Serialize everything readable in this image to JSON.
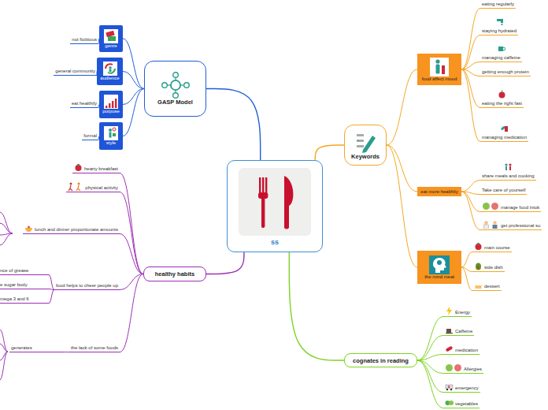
{
  "diagram": {
    "nodes": [
      {
        "text": [
          "ss"
        ]
      },
      {
        "text": [
          "GASP Model"
        ]
      },
      {
        "text": [
          "genre"
        ]
      },
      {
        "text": [
          "not fictitious"
        ]
      },
      {
        "text": [
          "audience"
        ]
      },
      {
        "text": [
          "general community"
        ]
      },
      {
        "text": [
          "purpose"
        ]
      },
      {
        "text": [
          "eat healthily"
        ]
      },
      {
        "text": [
          "style"
        ]
      },
      {
        "text": [
          "formal"
        ]
      },
      {
        "text": [
          "Keywords"
        ]
      },
      {
        "text": [
          "food affect mood"
        ]
      },
      {
        "text": [
          "eating regularly"
        ]
      },
      {
        "text": [
          "staying hydrated"
        ]
      },
      {
        "text": [
          "managing caffeine"
        ]
      },
      {
        "text": [
          "getting enough protein"
        ]
      },
      {
        "text": [
          "eating the right fast"
        ]
      },
      {
        "text": [
          "managing medication"
        ]
      },
      {
        "text": [
          "eat more healthily"
        ]
      },
      {
        "text": [
          "share meals and cooking"
        ]
      },
      {
        "text": [
          "Take care of yourself"
        ]
      },
      {
        "text": [
          "manage food intok"
        ]
      },
      {
        "text": [
          "get professional su"
        ]
      },
      {
        "text": [
          "the mind meal"
        ]
      },
      {
        "text": [
          "main course"
        ]
      },
      {
        "text": [
          "side dish"
        ]
      },
      {
        "text": [
          "dessert"
        ]
      },
      {
        "text": [
          "cognates in reading"
        ]
      },
      {
        "text": [
          "Energy"
        ]
      },
      {
        "text": [
          "Caffeine"
        ]
      },
      {
        "text": [
          "medication"
        ]
      },
      {
        "text": [
          "Allergies"
        ]
      },
      {
        "text": [
          "emergency"
        ]
      },
      {
        "text": [
          "vegetables"
        ]
      },
      {
        "text": [
          "healthy habits"
        ]
      },
      {
        "text": [
          "hearty breakfast"
        ]
      },
      {
        "text": [
          "physical activity"
        ]
      },
      {
        "text": [
          "lunch and dinner proportionate amounts"
        ]
      },
      {
        "text": [
          "food helps to cheer people up"
        ]
      },
      {
        "text": [
          "nce of grease"
        ]
      },
      {
        "text": [
          "e sugar body"
        ]
      },
      {
        "text": [
          "mega 3 and 6"
        ]
      },
      {
        "text": [
          "the lack of some foods"
        ]
      },
      {
        "text": [
          "generates"
        ]
      }
    ],
    "edges": [
      {
        "from": 0,
        "to": 1,
        "arrow": "none"
      },
      {
        "from": 1,
        "to": 2,
        "arrow": "none"
      },
      {
        "from": 2,
        "to": 3,
        "arrow": "none"
      },
      {
        "from": 1,
        "to": 4,
        "arrow": "none"
      },
      {
        "from": 4,
        "to": 5,
        "arrow": "none"
      },
      {
        "from": 1,
        "to": 6,
        "arrow": "none"
      },
      {
        "from": 6,
        "to": 7,
        "arrow": "none"
      },
      {
        "from": 1,
        "to": 8,
        "arrow": "none"
      },
      {
        "from": 8,
        "to": 9,
        "arrow": "none"
      },
      {
        "from": 0,
        "to": 10,
        "arrow": "none"
      },
      {
        "from": 10,
        "to": 11,
        "arrow": "none"
      },
      {
        "from": 11,
        "to": 12,
        "arrow": "none"
      },
      {
        "from": 11,
        "to": 13,
        "arrow": "none"
      },
      {
        "from": 11,
        "to": 14,
        "arrow": "none"
      },
      {
        "from": 11,
        "to": 15,
        "arrow": "none"
      },
      {
        "from": 11,
        "to": 16,
        "arrow": "none"
      },
      {
        "from": 11,
        "to": 17,
        "arrow": "none"
      },
      {
        "from": 10,
        "to": 18,
        "arrow": "none"
      },
      {
        "from": 18,
        "to": 19,
        "arrow": "none"
      },
      {
        "from": 18,
        "to": 20,
        "arrow": "none"
      },
      {
        "from": 18,
        "to": 21,
        "arrow": "none"
      },
      {
        "from": 18,
        "to": 22,
        "arrow": "none"
      },
      {
        "from": 10,
        "to": 23,
        "arrow": "none"
      },
      {
        "from": 23,
        "to": 24,
        "arrow": "none"
      },
      {
        "from": 23,
        "to": 25,
        "arrow": "none"
      },
      {
        "from": 23,
        "to": 26,
        "arrow": "none"
      },
      {
        "from": 0,
        "to": 27,
        "arrow": "none"
      },
      {
        "from": 27,
        "to": 28,
        "arrow": "none"
      },
      {
        "from": 27,
        "to": 29,
        "arrow": "none"
      },
      {
        "from": 27,
        "to": 30,
        "arrow": "none"
      },
      {
        "from": 27,
        "to": 31,
        "arrow": "none"
      },
      {
        "from": 27,
        "to": 32,
        "arrow": "none"
      },
      {
        "from": 27,
        "to": 33,
        "arrow": "none"
      },
      {
        "from": 0,
        "to": 34,
        "arrow": "none"
      },
      {
        "from": 34,
        "to": 35,
        "arrow": "none"
      },
      {
        "from": 34,
        "to": 36,
        "arrow": "none"
      },
      {
        "from": 34,
        "to": 37,
        "arrow": "none"
      },
      {
        "from": 34,
        "to": 38,
        "arrow": "none"
      },
      {
        "from": 38,
        "to": 39,
        "arrow": "none"
      },
      {
        "from": 38,
        "to": 40,
        "arrow": "none"
      },
      {
        "from": 38,
        "to": 41,
        "arrow": "none"
      },
      {
        "from": 34,
        "to": 42,
        "arrow": "none"
      },
      {
        "from": 42,
        "to": 43,
        "arrow": "none"
      }
    ]
  }
}
